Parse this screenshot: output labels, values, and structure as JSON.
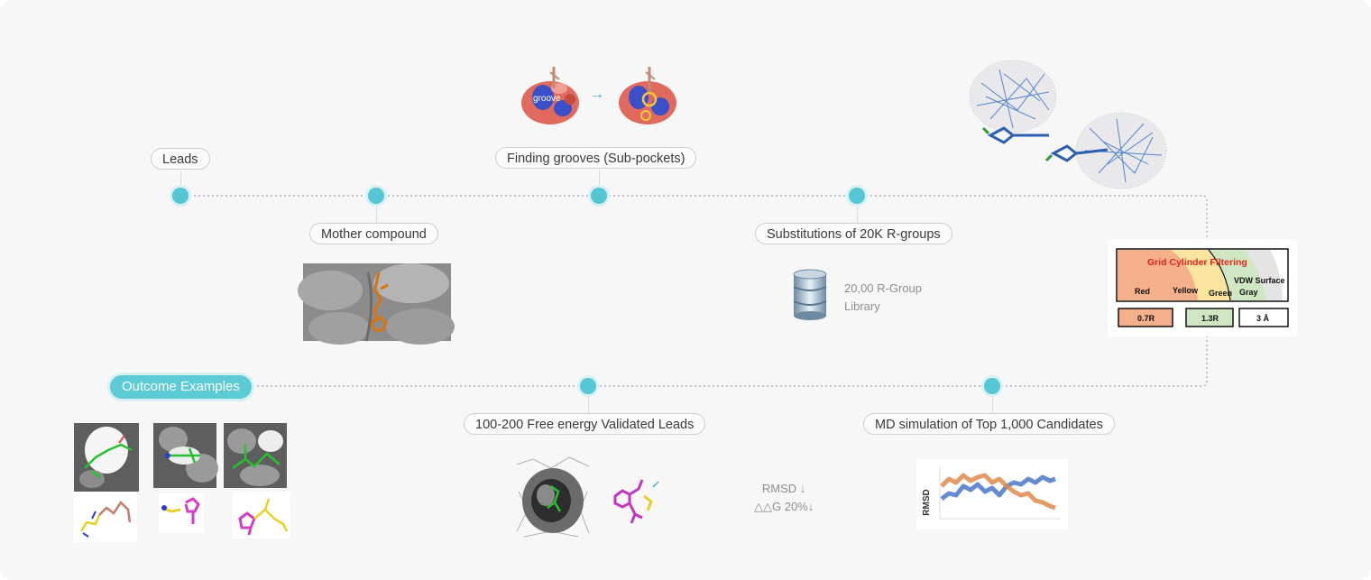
{
  "steps": {
    "leads": "Leads",
    "mother_compound": "Mother compound",
    "finding_grooves": "Finding grooves (Sub-pockets)",
    "substitutions": "Substitutions of 20K R-groups",
    "outcome_examples": "Outcome Examples",
    "free_energy": "100-200 Free energy Validated Leads",
    "md_simulation": "MD simulation of Top 1,000 Candidates"
  },
  "groove_label": "groove",
  "groove_arrow": "→",
  "library": {
    "line1": "20,00 R-Group",
    "line2": "Library"
  },
  "grid_filter": {
    "title": "Grid Cylinder Filtering",
    "red": "Red",
    "yellow": "Yellow",
    "green": "Green",
    "vdw": "VDW Surface",
    "gray": "Gray",
    "box_red": "0.7R",
    "box_green": "1.3R",
    "box_gray": "3 Å",
    "colors": {
      "red": "#f3b08a",
      "yellow": "#fbe3a0",
      "green": "#cfe7c2",
      "gray": "#e4e4e4",
      "title": "#e8231c"
    }
  },
  "rmsd_text": {
    "line1": "RMSD ↓",
    "line2": "△△G 20%↓"
  },
  "md_chart": {
    "ylabel": "RMSD"
  },
  "colors": {
    "accent": "#55c6d3",
    "accent_pill": "#5dcbd6"
  }
}
